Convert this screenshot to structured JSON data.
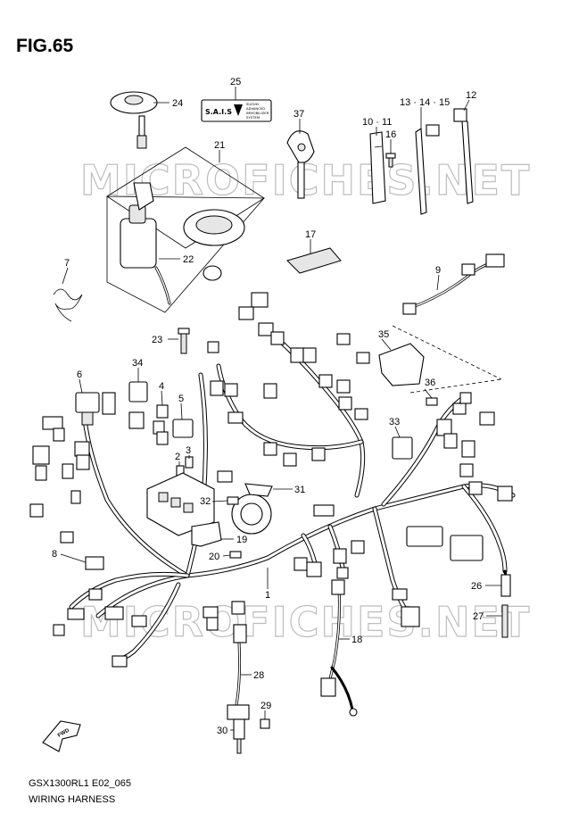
{
  "figure": {
    "title": "FIG.65",
    "code": "GSX1300RL1 E02_065",
    "name": "WIRING HARNESS",
    "watermark": "MICROFICHES.NET",
    "sticker_text": "S.A.I.S",
    "sticker_subtext": [
      "SUZUKI",
      "ADVANCED",
      "IMMOBILIZER",
      "SYSTEM"
    ],
    "fwd_label": "FWD"
  },
  "callouts": [
    {
      "label": "24"
    },
    {
      "label": "25"
    },
    {
      "label": "37"
    },
    {
      "label": "10 · 11"
    },
    {
      "label": "16"
    },
    {
      "label": "13 · 14 · 15"
    },
    {
      "label": "12"
    },
    {
      "label": "21"
    },
    {
      "label": "17"
    },
    {
      "label": "7"
    },
    {
      "label": "22"
    },
    {
      "label": "9"
    },
    {
      "label": "23"
    },
    {
      "label": "35"
    },
    {
      "label": "6"
    },
    {
      "label": "34"
    },
    {
      "label": "4"
    },
    {
      "label": "5"
    },
    {
      "label": "36"
    },
    {
      "label": "33"
    },
    {
      "label": "3"
    },
    {
      "label": "2"
    },
    {
      "label": "31"
    },
    {
      "label": "32"
    },
    {
      "label": "19"
    },
    {
      "label": "20"
    },
    {
      "label": "8"
    },
    {
      "label": "1"
    },
    {
      "label": "26"
    },
    {
      "label": "27"
    },
    {
      "label": "18"
    },
    {
      "label": "28"
    },
    {
      "label": "29"
    },
    {
      "label": "30"
    }
  ]
}
